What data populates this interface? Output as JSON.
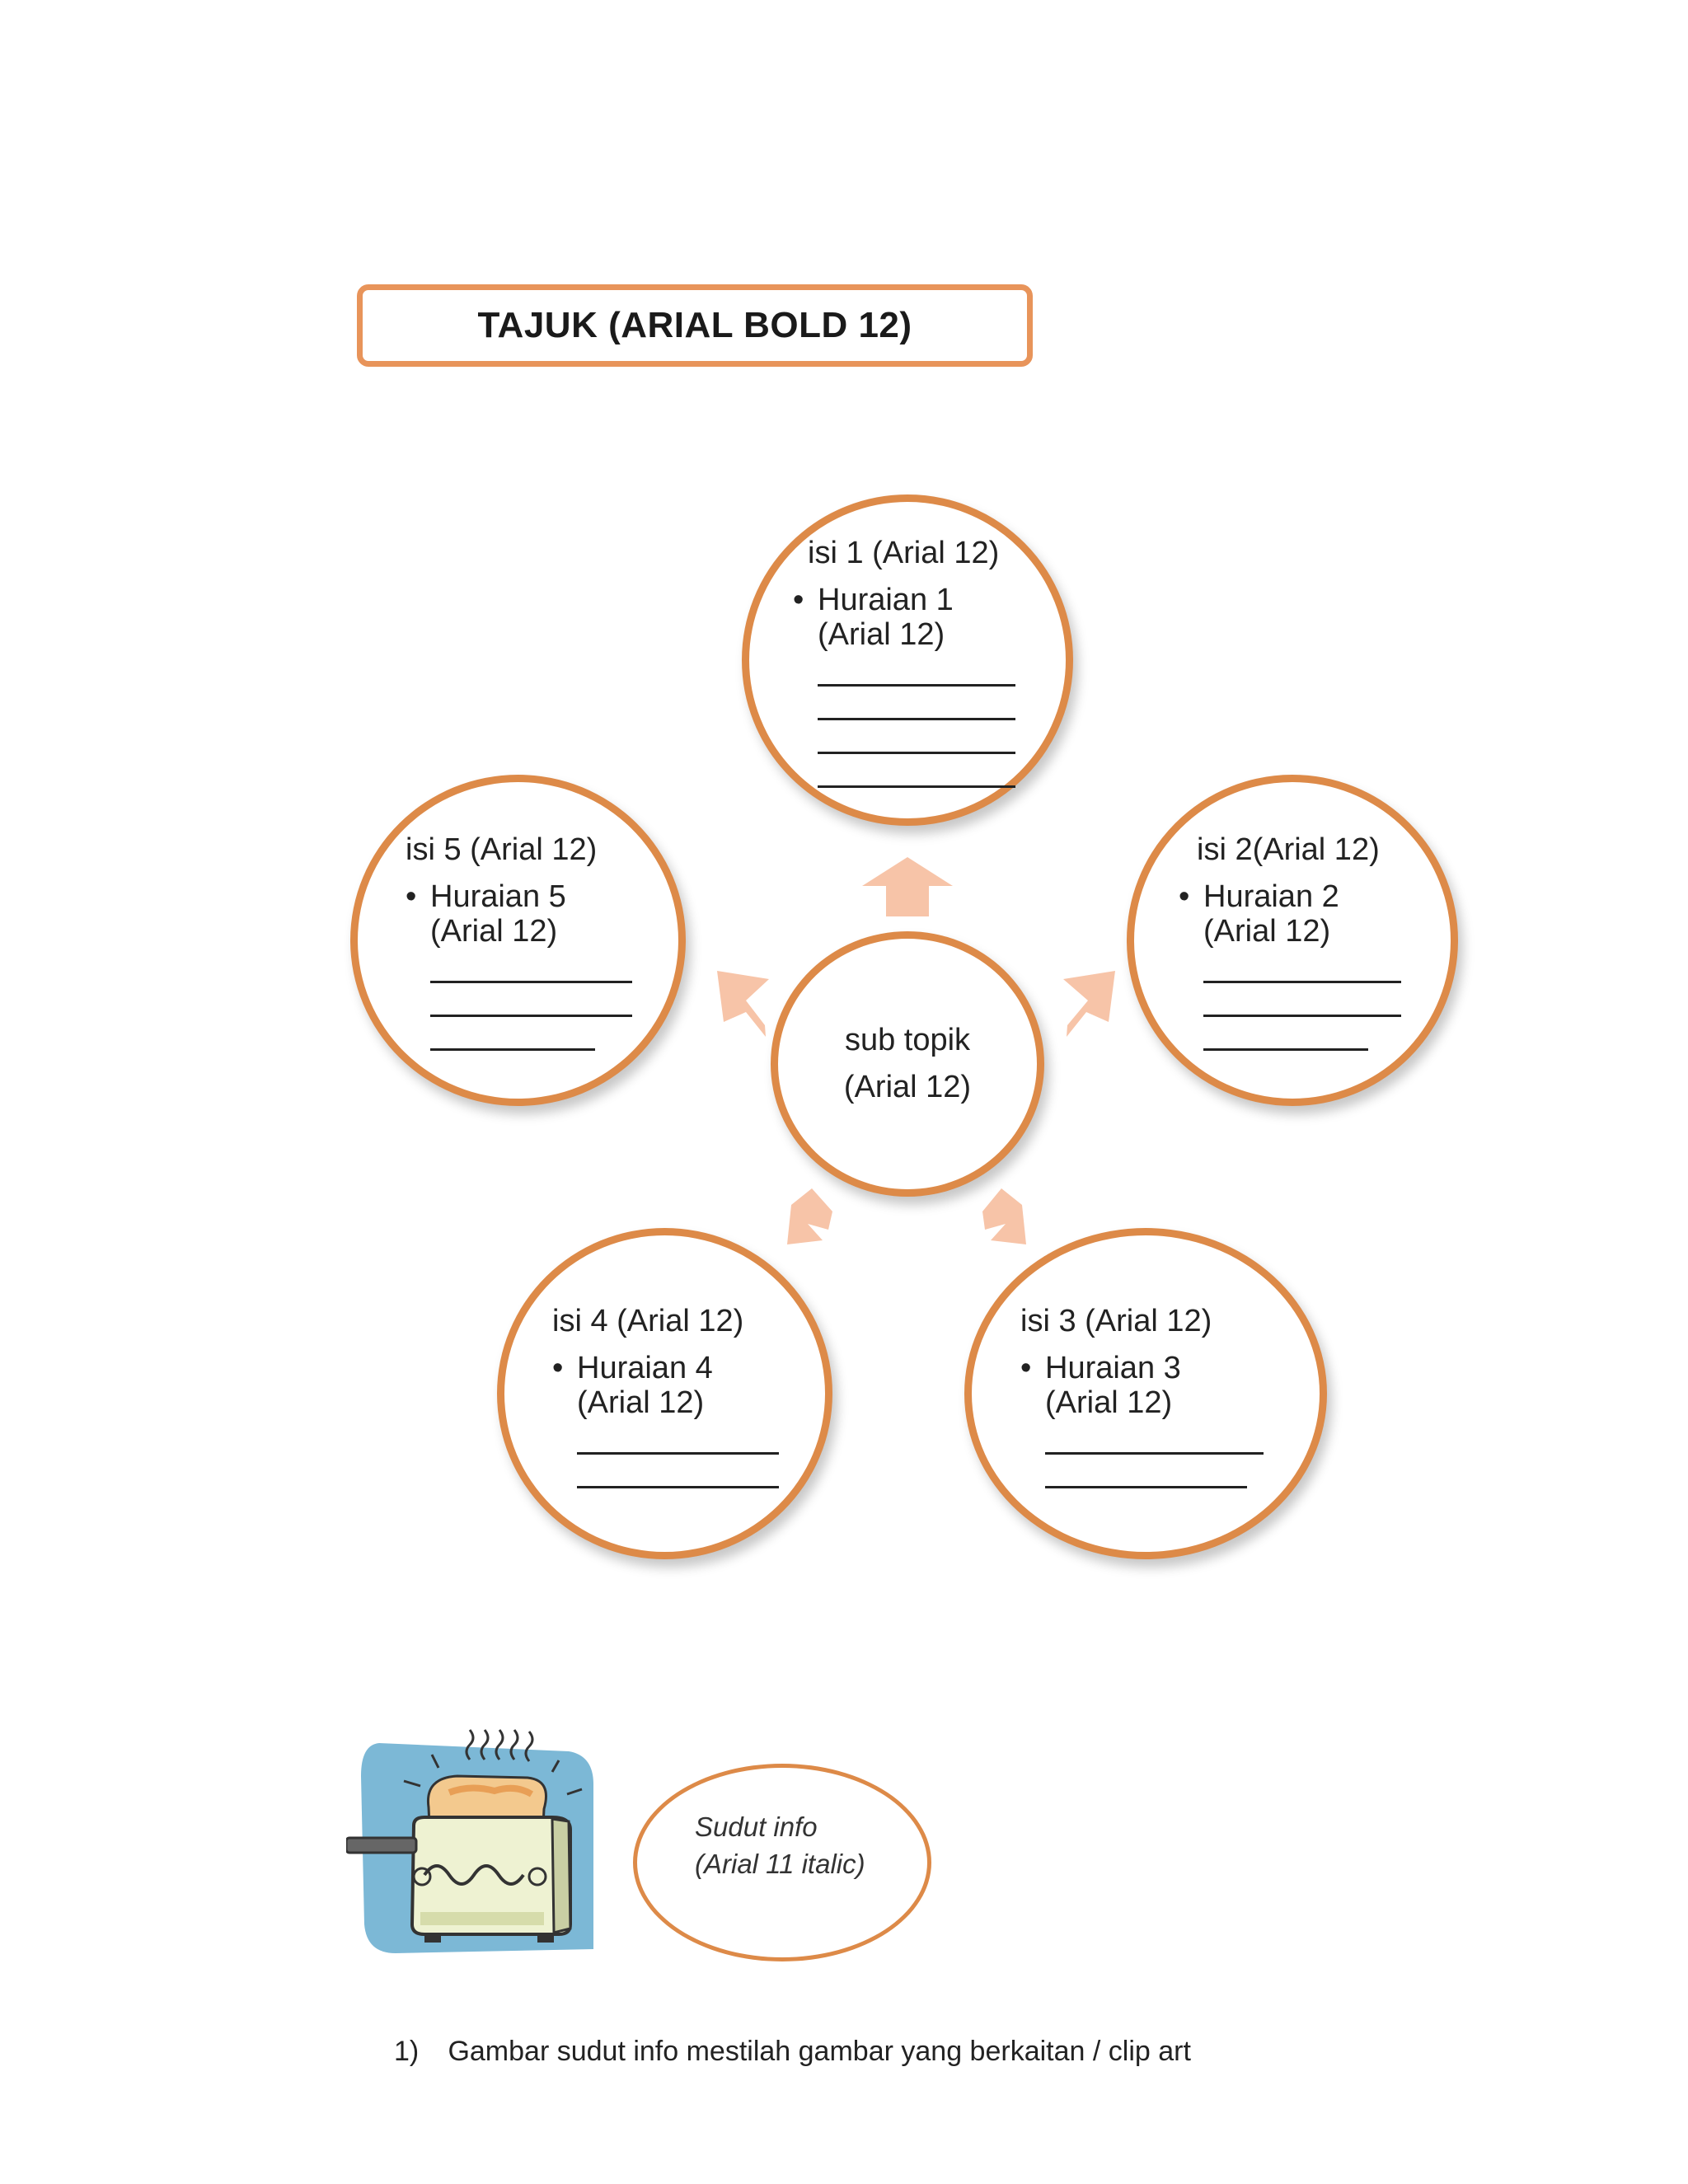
{
  "title": "TAJUK (ARIAL BOLD 12)",
  "center": {
    "line1": "sub topik",
    "line2": "(Arial 12)"
  },
  "nodes": [
    {
      "title": "isi 1 (Arial 12)",
      "bullet": "•",
      "bullet_text": "Huraian 1\n(Arial 12)"
    },
    {
      "title": "isi 2(Arial 12)",
      "bullet": "•",
      "bullet_text": "Huraian 2\n(Arial 12)"
    },
    {
      "title": "isi 3 (Arial 12)",
      "bullet": "•",
      "bullet_text": "Huraian 3\n(Arial 12)"
    },
    {
      "title": "isi 4 (Arial 12)",
      "bullet": "•",
      "bullet_text": "Huraian 4\n(Arial 12)"
    },
    {
      "title": "isi 5 (Arial 12)",
      "bullet": "•",
      "bullet_text": "Huraian 5\n(Arial 12)"
    }
  ],
  "info": {
    "line1": "Sudut info",
    "line2": "(Arial 11 italic)"
  },
  "clipart": {
    "icon": "toaster-icon"
  },
  "footnote": {
    "number": "1)",
    "text": "Gambar sudut info mestilah gambar yang berkaitan  / clip art"
  },
  "colors": {
    "accent": "#dd8a48",
    "title_border": "#e8945a",
    "arrow": "#f7c4a8",
    "text": "#222222"
  }
}
